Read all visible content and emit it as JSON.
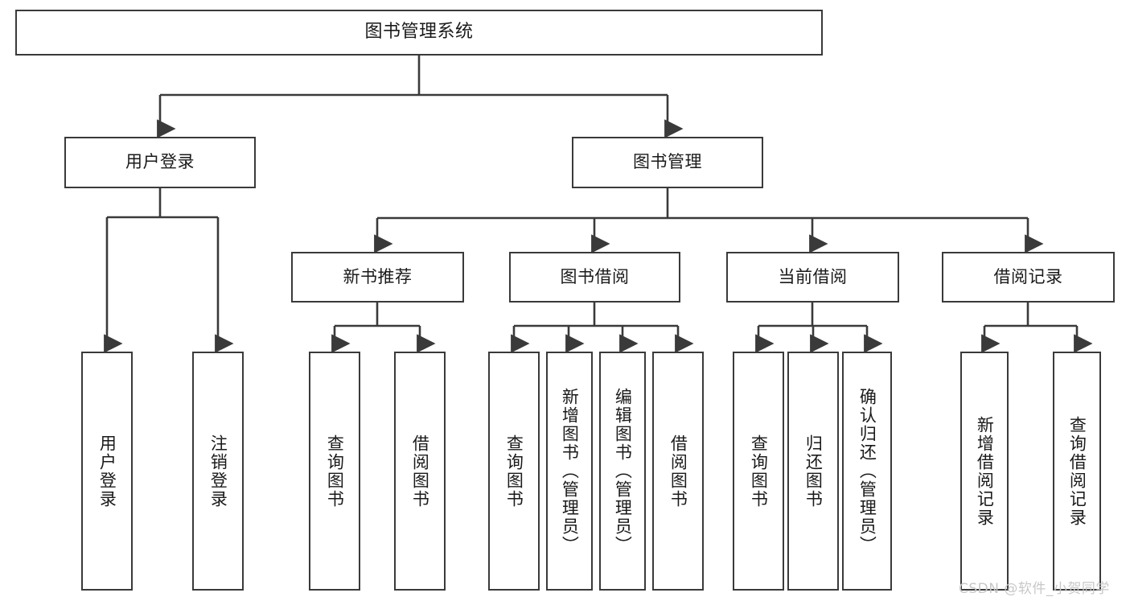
{
  "diagram": {
    "title": "图书管理系统",
    "type": "tree-hierarchy",
    "watermark": "CSDN @软件_小贺同学",
    "colors": {
      "box_border": "#3a3a3a",
      "box_fill": "#ffffff",
      "line": "#3a3a3a",
      "text": "#1a1a1a",
      "watermark": "#c8c8c8",
      "background": "#ffffff"
    },
    "nodes": {
      "root": {
        "label": "图书管理系统",
        "level": 0,
        "orientation": "horizontal"
      },
      "level1": [
        {
          "id": "user-login",
          "label": "用户登录",
          "orientation": "horizontal"
        },
        {
          "id": "book-manage",
          "label": "图书管理",
          "orientation": "horizontal"
        }
      ],
      "level2": [
        {
          "id": "new-book-rec",
          "label": "新书推荐",
          "orientation": "horizontal",
          "parent": "book-manage"
        },
        {
          "id": "book-borrow",
          "label": "图书借阅",
          "orientation": "horizontal",
          "parent": "book-manage"
        },
        {
          "id": "current-borrow",
          "label": "当前借阅",
          "orientation": "horizontal",
          "parent": "book-manage"
        },
        {
          "id": "borrow-record",
          "label": "借阅记录",
          "orientation": "horizontal",
          "parent": "book-manage"
        }
      ],
      "leaves": [
        {
          "id": "leaf-user-login",
          "label": "用户登录",
          "orientation": "vertical",
          "parent": "user-login"
        },
        {
          "id": "leaf-user-logout",
          "label": "注销登录",
          "orientation": "vertical",
          "parent": "user-login"
        },
        {
          "id": "leaf-query-book-1",
          "label": "查询图书",
          "orientation": "vertical",
          "parent": "new-book-rec"
        },
        {
          "id": "leaf-borrow-book-1",
          "label": "借阅图书",
          "orientation": "vertical",
          "parent": "new-book-rec"
        },
        {
          "id": "leaf-query-book-2",
          "label": "查询图书",
          "orientation": "vertical",
          "parent": "book-borrow"
        },
        {
          "id": "leaf-add-book",
          "label": "新增图书（管理员）",
          "orientation": "vertical",
          "parent": "book-borrow"
        },
        {
          "id": "leaf-edit-book",
          "label": "编辑图书（管理员）",
          "orientation": "vertical",
          "parent": "book-borrow"
        },
        {
          "id": "leaf-borrow-book-2",
          "label": "借阅图书",
          "orientation": "vertical",
          "parent": "book-borrow"
        },
        {
          "id": "leaf-query-book-3",
          "label": "查询图书",
          "orientation": "vertical",
          "parent": "current-borrow"
        },
        {
          "id": "leaf-return-book",
          "label": "归还图书",
          "orientation": "vertical",
          "parent": "current-borrow"
        },
        {
          "id": "leaf-confirm-return",
          "label": "确认归还（管理员）",
          "orientation": "vertical",
          "parent": "current-borrow"
        },
        {
          "id": "leaf-add-record",
          "label": "新增借阅记录",
          "orientation": "vertical",
          "parent": "borrow-record"
        },
        {
          "id": "leaf-query-record",
          "label": "查询借阅记录",
          "orientation": "vertical",
          "parent": "borrow-record"
        }
      ]
    }
  }
}
